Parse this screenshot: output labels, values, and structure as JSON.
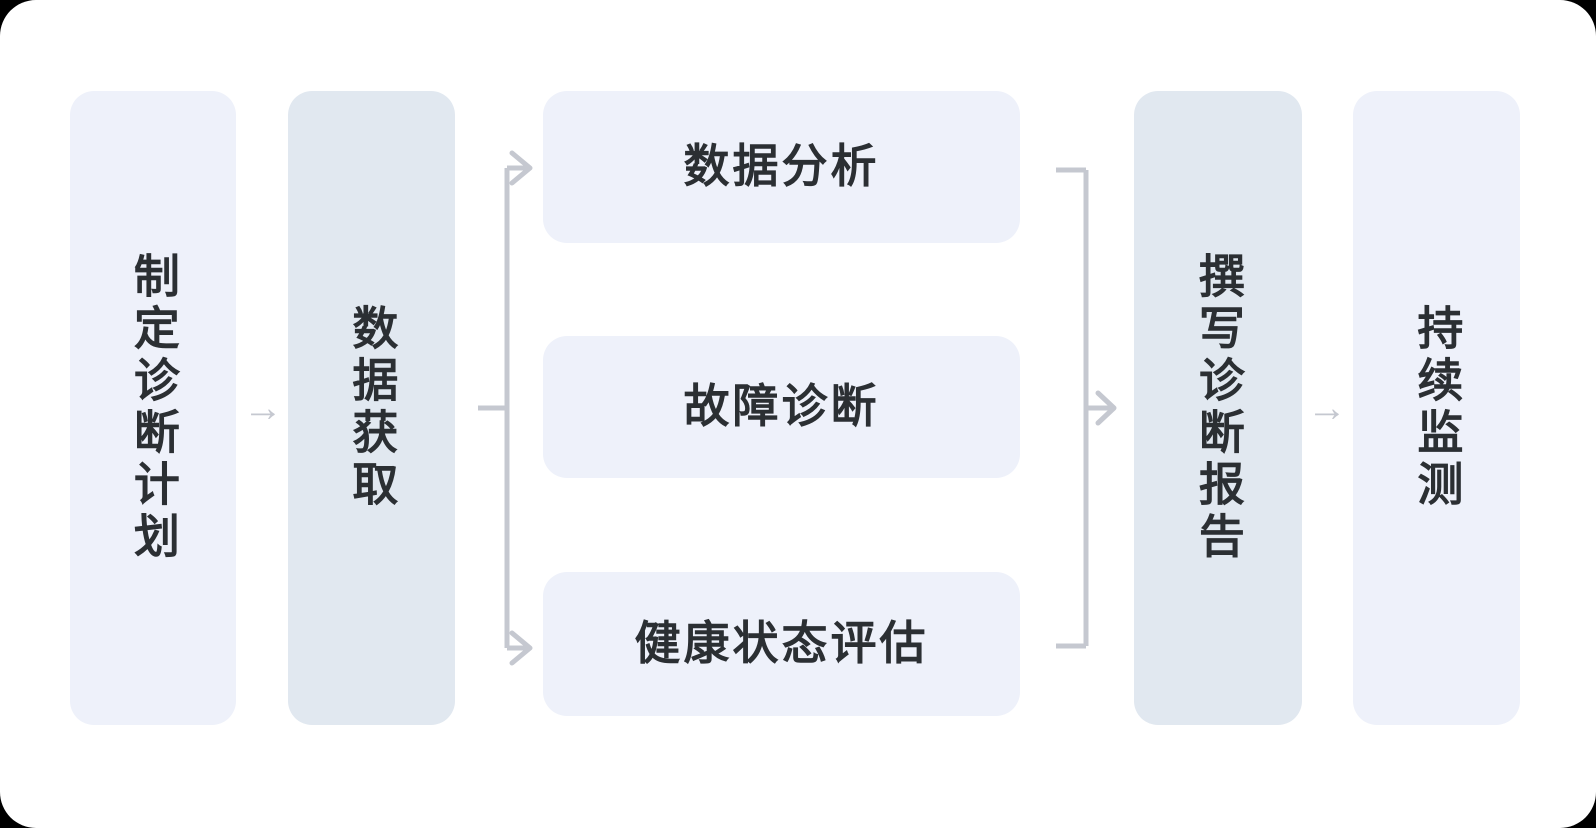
{
  "diagram": {
    "type": "flowchart",
    "orientation": "left-to-right",
    "background_color": "#ffffff",
    "frame_color": "#000000",
    "text_color": "#2b2f33",
    "connector_color": "#c5c8d0",
    "stage_node_color_light": "#eef1fa",
    "stage_node_color_dark": "#e1e8f0",
    "branch_node_color": "#eef1fa",
    "stages": [
      {
        "id": "plan",
        "label": "制定诊断计划",
        "orientation": "vertical",
        "fill": "#eef1fa"
      },
      {
        "id": "acquire",
        "label": "数据获取",
        "orientation": "vertical",
        "fill": "#e1e8f0"
      },
      {
        "id": "analysis",
        "label": "数据分析",
        "orientation": "horizontal",
        "fill": "#eef1fa"
      },
      {
        "id": "fault",
        "label": "故障诊断",
        "orientation": "horizontal",
        "fill": "#eef1fa"
      },
      {
        "id": "health",
        "label": "健康状态评估",
        "orientation": "horizontal",
        "fill": "#eef1fa"
      },
      {
        "id": "report",
        "label": "撰写诊断报告",
        "orientation": "vertical",
        "fill": "#e1e8f0"
      },
      {
        "id": "monitor",
        "label": "持续监测",
        "orientation": "vertical",
        "fill": "#eef1fa"
      }
    ],
    "connectors": [
      {
        "id": "plan-to-acquire",
        "from": "plan",
        "to": "acquire",
        "style": "arrow",
        "glyph": "→"
      },
      {
        "id": "acquire-to-branch",
        "from": "acquire",
        "to": [
          "analysis",
          "fault",
          "health"
        ],
        "style": "fork"
      },
      {
        "id": "branch-to-report",
        "from": [
          "analysis",
          "fault",
          "health"
        ],
        "to": "report",
        "style": "merge"
      },
      {
        "id": "report-to-monitor",
        "from": "report",
        "to": "monitor",
        "style": "arrow",
        "glyph": "→"
      }
    ]
  }
}
